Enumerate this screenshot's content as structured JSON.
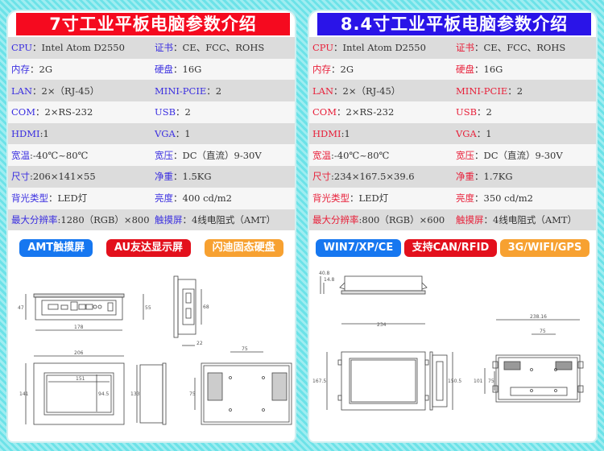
{
  "colors": {
    "left_title_bg": "#f50a1f",
    "right_title_bg": "#2a14e8",
    "left_key_color": "#3a2ee0",
    "right_key_color": "#e8203a",
    "badge_blue": "#1677f0",
    "badge_red": "#e3101c",
    "badge_orange": "#f7a131"
  },
  "left": {
    "title": "7寸工业平板电脑参数介绍",
    "specs": [
      [
        {
          "k": "CPU",
          "v": "：Intel Atom D2550"
        },
        {
          "k": "证书",
          "v": "：CE、FCC、ROHS"
        }
      ],
      [
        {
          "k": "内存",
          "v": "：2G"
        },
        {
          "k": "硬盘",
          "v": "：16G"
        }
      ],
      [
        {
          "k": "LAN",
          "v": "：2×（RJ-45）"
        },
        {
          "k": "MINI-PCIE",
          "v": "：2"
        }
      ],
      [
        {
          "k": "COM",
          "v": "：2×RS-232"
        },
        {
          "k": "USB",
          "v": "：2"
        }
      ],
      [
        {
          "k": "HDMI",
          "v": ":1"
        },
        {
          "k": "VGA",
          "v": "：1"
        }
      ],
      [
        {
          "k": "宽温",
          "v": ":-40℃~80℃"
        },
        {
          "k": "宽压",
          "v": "：DC（直流）9-30V"
        }
      ],
      [
        {
          "k": "尺寸",
          "v": ":206×141×55"
        },
        {
          "k": "净重",
          "v": "：1.5KG"
        }
      ],
      [
        {
          "k": "背光类型",
          "v": "：LED灯"
        },
        {
          "k": "亮度",
          "v": "：400 cd/m2"
        }
      ],
      [
        {
          "k": "最大分辨率",
          "v": ":1280（RGB）×800"
        },
        {
          "k": "触摸屏",
          "v": "：4线电阻式（AMT）"
        }
      ]
    ],
    "badges": [
      "AMT触摸屏",
      "AU友达显示屏",
      "闪迪固态硬盘"
    ],
    "dims": {
      "w1": "178",
      "w2": "206",
      "h1": "141",
      "h2": "133",
      "side": "47",
      "side2": "55",
      "scr_w": "151",
      "scr_h": "94.5",
      "hole": "75",
      "hole_v": "75",
      "port_h": "68",
      "depth": "22"
    }
  },
  "right": {
    "title": "8.4寸工业平板电脑参数介绍",
    "specs": [
      [
        {
          "k": "CPU",
          "v": "：Intel Atom D2550"
        },
        {
          "k": "证书",
          "v": "：CE、FCC、ROHS"
        }
      ],
      [
        {
          "k": "内存",
          "v": "：2G"
        },
        {
          "k": "硬盘",
          "v": "：16G"
        }
      ],
      [
        {
          "k": "LAN",
          "v": "：2×（RJ-45）"
        },
        {
          "k": "MINI-PCIE",
          "v": "：2"
        }
      ],
      [
        {
          "k": "COM",
          "v": "：2×RS-232"
        },
        {
          "k": "USB",
          "v": "：2"
        }
      ],
      [
        {
          "k": "HDMI",
          "v": ":1"
        },
        {
          "k": "VGA",
          "v": "：1"
        }
      ],
      [
        {
          "k": "宽温",
          "v": ":-40℃~80℃"
        },
        {
          "k": "宽压",
          "v": "：DC（直流）9-30V"
        }
      ],
      [
        {
          "k": "尺寸",
          "v": ":234×167.5×39.6"
        },
        {
          "k": "净重",
          "v": "：1.7KG"
        }
      ],
      [
        {
          "k": "背光类型",
          "v": "：LED灯"
        },
        {
          "k": "亮度",
          "v": "：350 cd/m2"
        }
      ],
      [
        {
          "k": "最大分辨率",
          "v": ":800（RGB）×600"
        },
        {
          "k": "触摸屏",
          "v": "：4线电阻式（AMT）"
        }
      ]
    ],
    "badges": [
      "WIN7/XP/CE",
      "支持CAN/RFID",
      "3G/WIFI/GPS"
    ],
    "dims": {
      "d1": "40.8",
      "d2": "14.8",
      "w": "234",
      "h": "167.5",
      "side_h": "150.5",
      "back_w": "238.16",
      "hole": "75",
      "hole_v1": "101",
      "hole_v2": "75"
    }
  }
}
